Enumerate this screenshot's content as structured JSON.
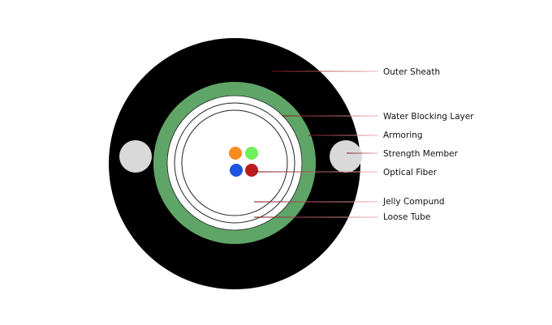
{
  "title": "Fiber optic cable cross-section",
  "labels": {
    "outer_sheath": "Outer Sheath",
    "water_blocking": "Water Blocking Layer",
    "armoring": "Armoring",
    "strength_member": "Strength Member",
    "optical_fiber": "Optical Fiber",
    "jelly": "Jelly Compund",
    "loose_tube": "Loose Tube"
  },
  "colors": {
    "sheath": "#000000",
    "armor": "#5fa567",
    "strength": "#d9d9d9",
    "fiber_orange": "#fb8a1e",
    "fiber_green": "#6ef05a",
    "fiber_blue": "#1d55e0",
    "fiber_red": "#bb1c22",
    "leader": "#e8a0a6"
  }
}
